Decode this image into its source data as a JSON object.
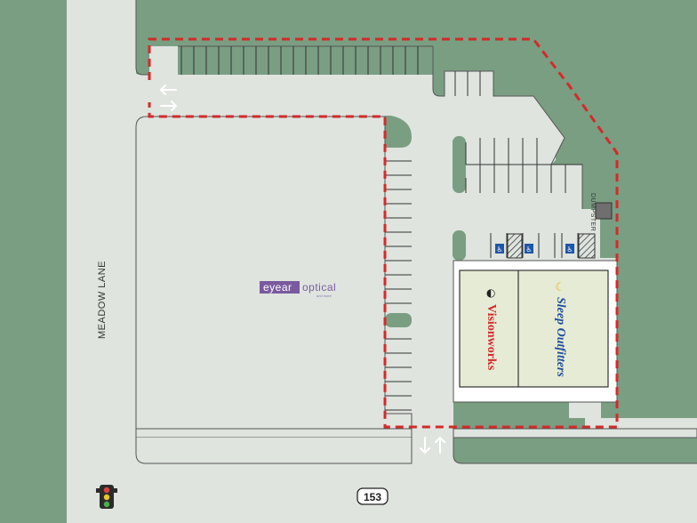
{
  "roads": {
    "meadow_lane": "MEADOW LANE",
    "route_number": "153"
  },
  "tenants": {
    "eyear_part1": "eyear",
    "eyear_part2": "optical",
    "eyear_sub": "and more",
    "visionworks": "Visionworks",
    "sleep_outfitters": "Sleep Outfitters"
  },
  "labels": {
    "dumpster": "DUMPSTER"
  },
  "colors": {
    "background_green": "#7a9e82",
    "pavement": "#dfe4df",
    "building": "#e6ebd6",
    "boundary_red": "#d42a2a",
    "accessible_blue": "#1f57a8"
  },
  "icons": {
    "traffic_light": "traffic-light-icon",
    "accessible": "accessible-parking-icon",
    "entry_arrows": "two-way-arrow-icon"
  }
}
